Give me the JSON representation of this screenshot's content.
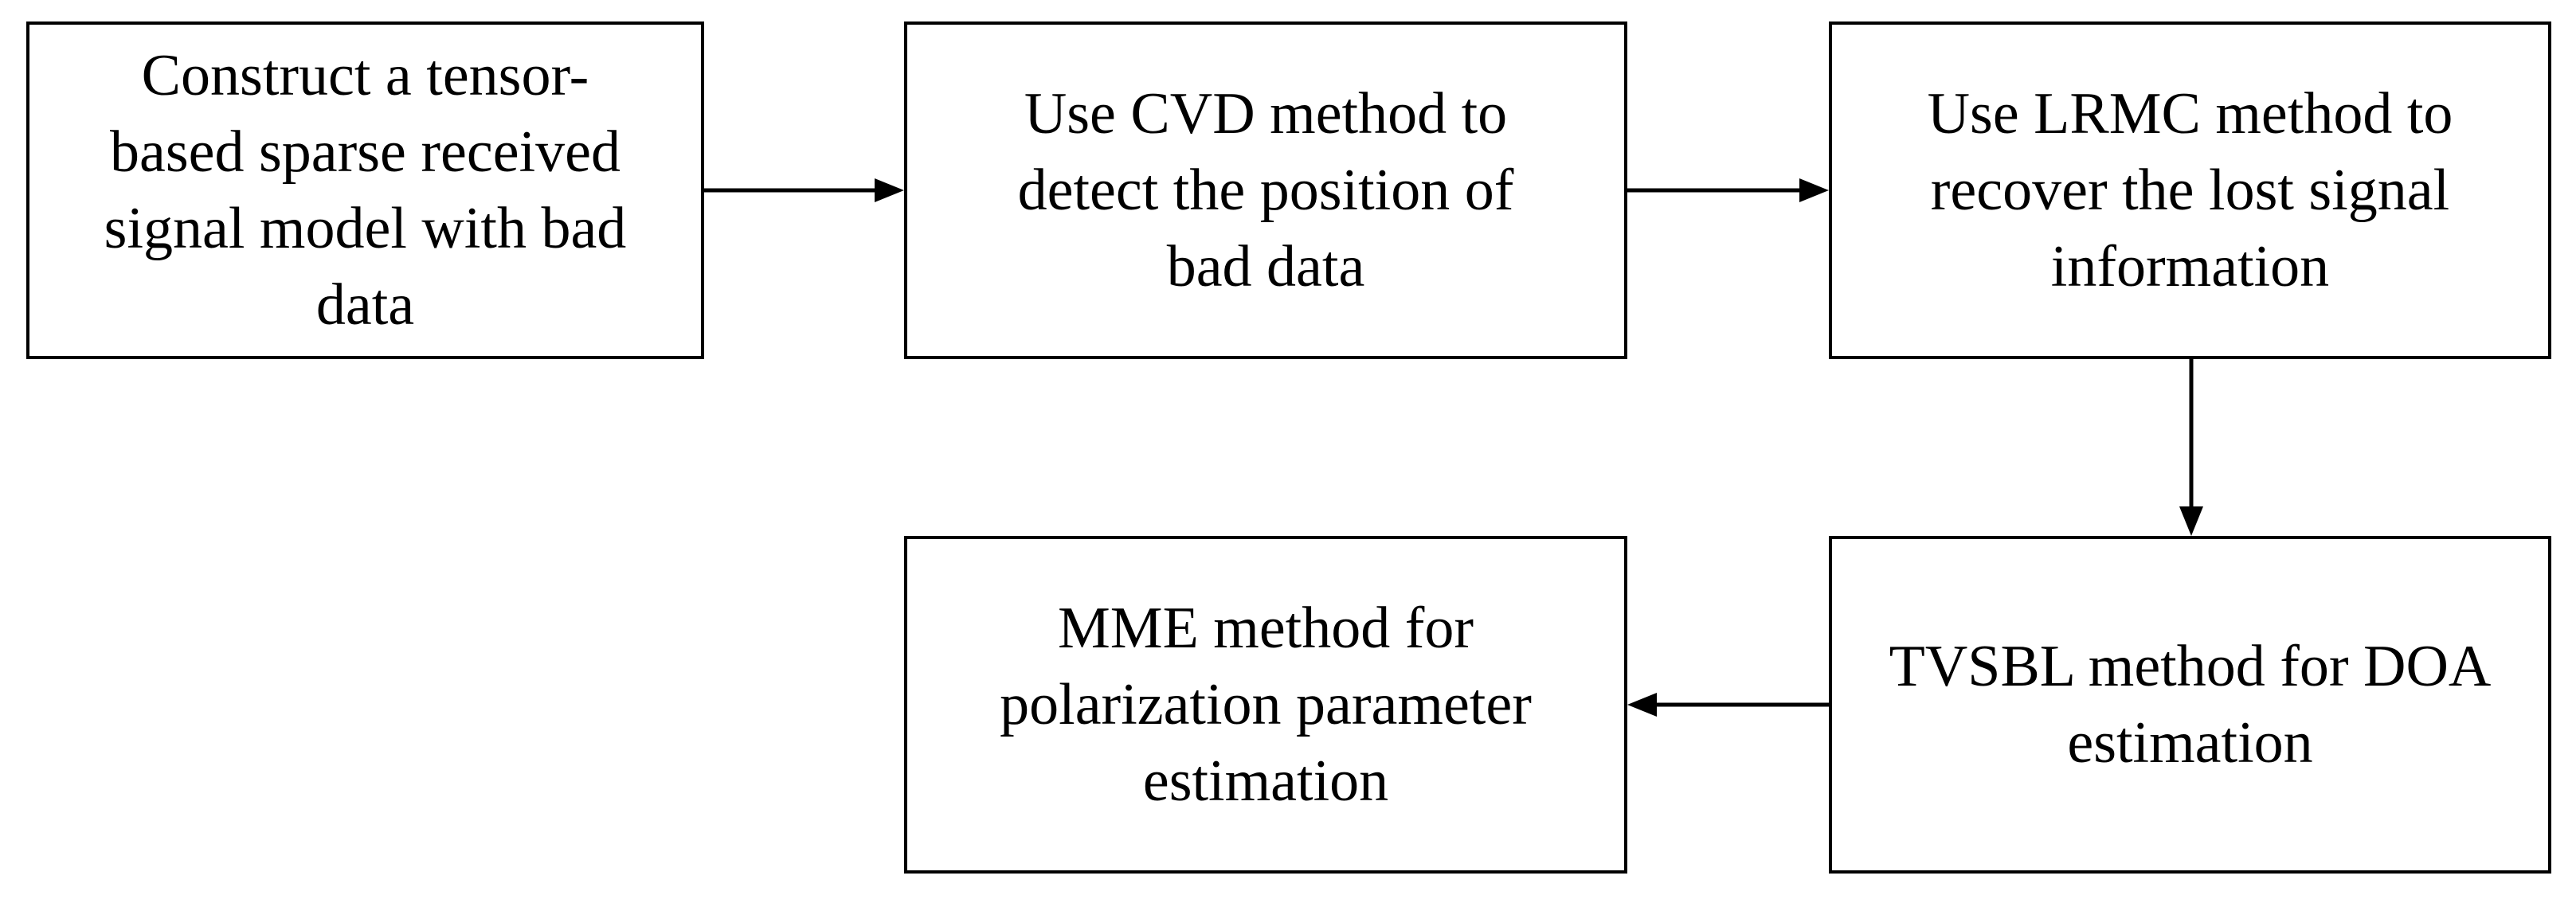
{
  "flowchart": {
    "steps": [
      {
        "label": "Construct a tensor-\nbased sparse received\nsignal model with bad\ndata"
      },
      {
        "label": "Use CVD method to\ndetect the position of\nbad data"
      },
      {
        "label": "Use LRMC method to\nrecover the lost signal\ninformation"
      },
      {
        "label": "TVSBL method for DOA\nestimation"
      },
      {
        "label": "MME method for\npolarization parameter\nestimation"
      }
    ],
    "line_color": "#000000"
  }
}
